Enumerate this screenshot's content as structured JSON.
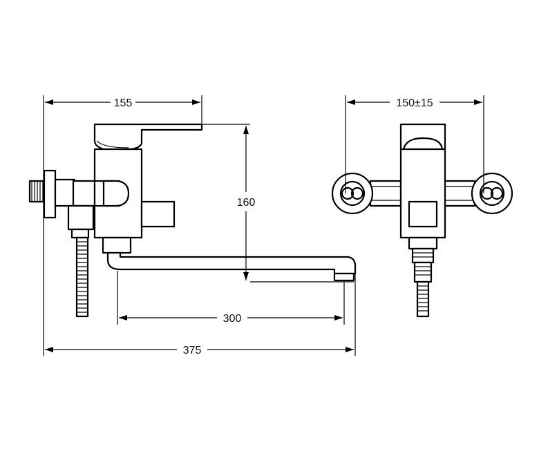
{
  "dimensions": {
    "width_top": "155",
    "height": "160",
    "spout_reach": "300",
    "overall_width": "375",
    "centers": "150±15"
  }
}
